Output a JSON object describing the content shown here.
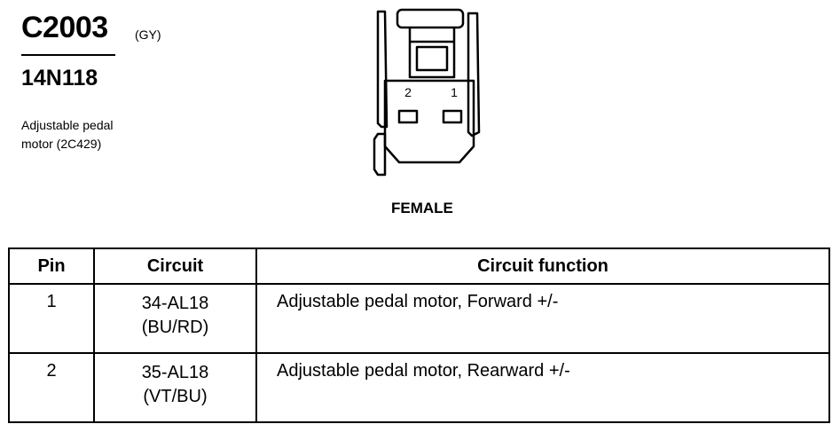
{
  "connector": {
    "id": "C2003",
    "color_code": "(GY)",
    "part_number": "14N118",
    "description_lines": [
      "Adjustable pedal",
      "motor (2C429)"
    ],
    "gender": "FEMALE",
    "diagram_pin_labels": [
      "2",
      "1"
    ]
  },
  "table": {
    "headers": [
      "Pin",
      "Circuit",
      "Circuit function"
    ],
    "rows": [
      {
        "pin": "1",
        "circuit": [
          "34-AL18",
          "(BU/RD)"
        ],
        "function": "Adjustable pedal motor, Forward +/-"
      },
      {
        "pin": "2",
        "circuit": [
          "35-AL18",
          "(VT/BU)"
        ],
        "function": "Adjustable pedal motor, Rearward +/-"
      }
    ]
  }
}
